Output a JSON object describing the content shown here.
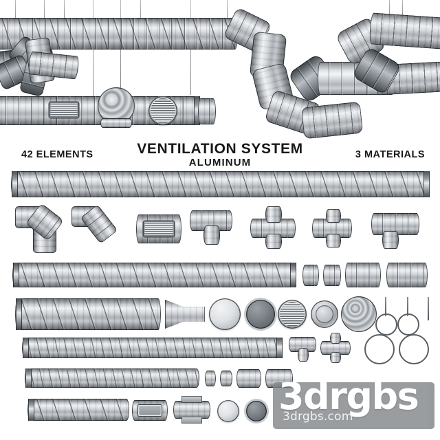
{
  "image": {
    "title_main": "VENTILATION SYSTEM",
    "title_sub": "ALUMINUM",
    "label_left": "42 ELEMENTS",
    "label_right": "3 MATERIALS",
    "background_color": "#ffffff",
    "text_color": "#16181a",
    "metal_light": "#eef0f2",
    "metal_mid": "#a9adb2",
    "metal_dark": "#5a5e63"
  },
  "watermark": {
    "brand": "3drgbs",
    "domain": "3drgbs.com",
    "panel_color": "#818487",
    "text_color": "#ffffff"
  },
  "top_scene": {
    "description": "Installed spiral aluminium ventilation ducting suspended on thin rods, with elbows, a concentric round diffuser, a round louvered grille and a rectangular louvered grille.",
    "parts": [
      {
        "name": "main-horizontal-duct",
        "type": "spiral-duct"
      },
      {
        "name": "left-branch-elbow",
        "type": "elbow-90"
      },
      {
        "name": "s-bend-duct",
        "type": "elbow-180"
      },
      {
        "name": "lower-supply-duct",
        "type": "spiral-duct"
      },
      {
        "name": "rectangular-louver-grille",
        "type": "grille-rect"
      },
      {
        "name": "round-diffuser",
        "type": "diffuser-round"
      },
      {
        "name": "round-louver-grille",
        "type": "grille-round"
      }
    ]
  },
  "catalog": {
    "rows": [
      {
        "name": "row-1",
        "items": [
          {
            "name": "long-spiral-duct-xl",
            "label": "Spiral duct - extra long"
          }
        ]
      },
      {
        "name": "row-2",
        "items": [
          {
            "name": "elbow-90",
            "label": "Elbow 90°"
          },
          {
            "name": "elbow-45",
            "label": "Elbow 45°"
          },
          {
            "name": "inline-rect-louver",
            "label": "Inline rectangular louver"
          },
          {
            "name": "tee-fitting",
            "label": "Tee fitting"
          },
          {
            "name": "cross-fitting",
            "label": "Cross fitting"
          },
          {
            "name": "cross-fitting-offset",
            "label": "Cross fitting offset"
          },
          {
            "name": "tee-fitting-side",
            "label": "Tee fitting side outlet"
          }
        ]
      },
      {
        "name": "row-3",
        "items": [
          {
            "name": "long-spiral-duct-l",
            "label": "Spiral duct - long"
          },
          {
            "name": "coupler-short-a",
            "label": "Coupler short"
          },
          {
            "name": "coupler-short-b",
            "label": "Coupler short"
          },
          {
            "name": "sleeve-medium",
            "label": "Sleeve medium"
          },
          {
            "name": "sleeve-long",
            "label": "Sleeve long"
          }
        ]
      },
      {
        "name": "row-4",
        "items": [
          {
            "name": "spiral-duct-wide",
            "label": "Spiral duct wide"
          },
          {
            "name": "reducer-cone",
            "label": "Reducer cone"
          },
          {
            "name": "cap-plain",
            "label": "End cap plain"
          },
          {
            "name": "cap-dark",
            "label": "End cap dark"
          },
          {
            "name": "grille-round-louver",
            "label": "Round louver grille"
          },
          {
            "name": "ring-collar",
            "label": "Ring collar"
          },
          {
            "name": "concentric-diffuser",
            "label": "Concentric diffuser"
          },
          {
            "name": "hanger-clamp-a",
            "label": "Hanger clamp"
          },
          {
            "name": "hanger-clamp-b",
            "label": "Hanger clamp"
          }
        ]
      },
      {
        "name": "row-5",
        "items": [
          {
            "name": "spiral-duct-slim",
            "label": "Spiral duct slim"
          },
          {
            "name": "tee-small",
            "label": "Tee fitting small"
          },
          {
            "name": "cross-small",
            "label": "Cross fitting small"
          },
          {
            "name": "clamp-ring-a",
            "label": "Clamp ring"
          },
          {
            "name": "clamp-ring-b",
            "label": "Clamp ring"
          }
        ]
      },
      {
        "name": "row-6",
        "items": [
          {
            "name": "spiral-duct-thin",
            "label": "Spiral duct thin"
          },
          {
            "name": "coupler-tiny-a",
            "label": "Coupler tiny"
          },
          {
            "name": "coupler-tiny-b",
            "label": "Coupler tiny"
          },
          {
            "name": "sleeve-plain-a",
            "label": "Sleeve plain"
          },
          {
            "name": "sleeve-plain-b",
            "label": "Sleeve plain"
          }
        ]
      },
      {
        "name": "row-7",
        "items": [
          {
            "name": "spiral-duct-short",
            "label": "Spiral duct short"
          },
          {
            "name": "access-panel-box",
            "label": "Access panel box"
          },
          {
            "name": "flanged-sleeve",
            "label": "Flanged sleeve"
          },
          {
            "name": "cap-plain-small",
            "label": "End cap small"
          },
          {
            "name": "cap-dark-small",
            "label": "End cap dark small"
          }
        ]
      }
    ]
  }
}
